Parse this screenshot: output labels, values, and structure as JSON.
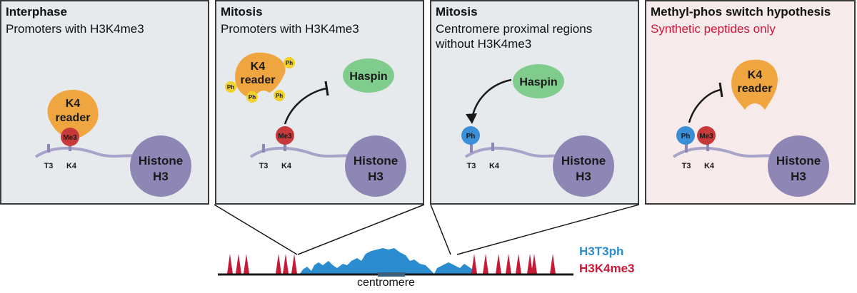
{
  "panels": [
    {
      "title": "Interphase",
      "subtitle": "Promoters with H3K4me3"
    },
    {
      "title": "Mitosis",
      "subtitle": "Promoters with H3K4me3"
    },
    {
      "title": "Mitosis",
      "subtitle": "Centromere proximal regions\nwithout H3K4me3"
    },
    {
      "title": "Methyl-phos switch hypothesis",
      "subtitle": "Synthetic peptides only"
    }
  ],
  "labels": {
    "k4_reader": "K4\nreader",
    "haspin": "Haspin",
    "histone": "Histone\nH3",
    "me3": "Me3",
    "ph": "Ph",
    "t3": "T3",
    "k4": "K4"
  },
  "legend": {
    "h3t3ph": "H3T3ph",
    "h3k4me3": "H3K4me3",
    "centromere": "centromere"
  },
  "colors": {
    "panel_bg": "#e6eaed",
    "panel_bg_pink": "#f6eaeb",
    "reader_orange": "#f0a640",
    "haspin_green": "#7fcc8c",
    "histone_purple": "#8e86b4",
    "me3_red": "#c83a3a",
    "ph_blue": "#3b8fd6",
    "h3t3ph_blue": "#2b8dd0",
    "h3k4me3_red": "#c61a37"
  }
}
